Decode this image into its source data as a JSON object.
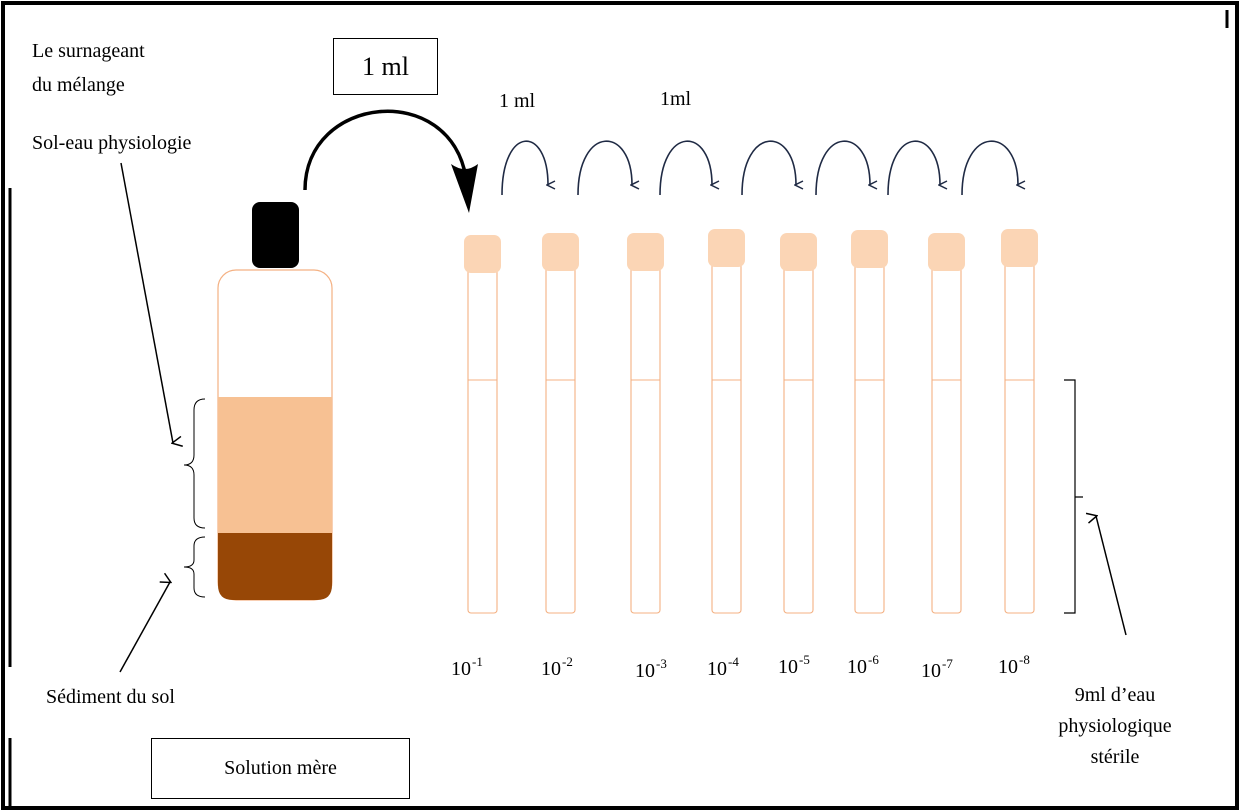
{
  "labels": {
    "supernatant": [
      "Le surnageant",
      "du mélange"
    ],
    "mixture": "Sol-eau physiologie",
    "sediment": "Sédiment du sol",
    "mother_solution": "Solution mère",
    "transfer_box": "1 ml",
    "transfer_1": "1 ml",
    "transfer_2": "1ml",
    "diluent": [
      "9ml d’eau",
      "physiologique",
      "stérile"
    ]
  },
  "dilution_base": "10",
  "dilutions": [
    {
      "exp": "-1"
    },
    {
      "exp": "-2"
    },
    {
      "exp": "-3"
    },
    {
      "exp": "-4"
    },
    {
      "exp": "-5"
    },
    {
      "exp": "-6"
    },
    {
      "exp": "-7"
    },
    {
      "exp": "-8"
    }
  ],
  "colors": {
    "cap_tube": "#fbd5b5",
    "tube_outline": "#f4b183",
    "supernatant": "#f7c193",
    "sediment": "#974706",
    "bottle_cap": "#000000",
    "arrow": "#1f2a44"
  }
}
